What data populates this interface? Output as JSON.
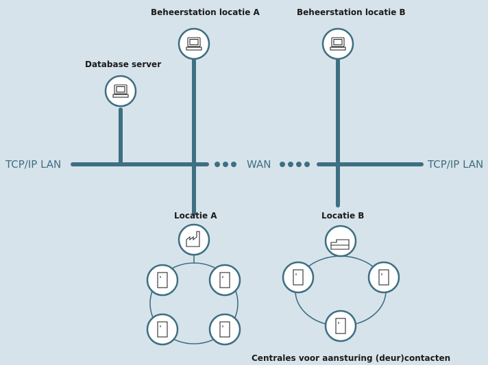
{
  "labels": {
    "station_a": "Beheerstation locatie A",
    "station_b": "Beheerstation locatie B",
    "database": "Database server",
    "lan_left": "TCP/IP LAN",
    "wan": "WAN",
    "lan_right": "TCP/IP LAN",
    "location_a": "Locatie A",
    "location_b": "Locatie B",
    "controllers": "Centrales voor aansturing (deur)contacten"
  },
  "icons": {
    "workstation": "computer-monitor-icon",
    "factory": "factory-icon",
    "office": "building-icon",
    "controller": "door-controller-icon"
  },
  "colors": {
    "background": "#d7e3ea",
    "network": "#3e6f83",
    "text": "#1a1a1a"
  }
}
